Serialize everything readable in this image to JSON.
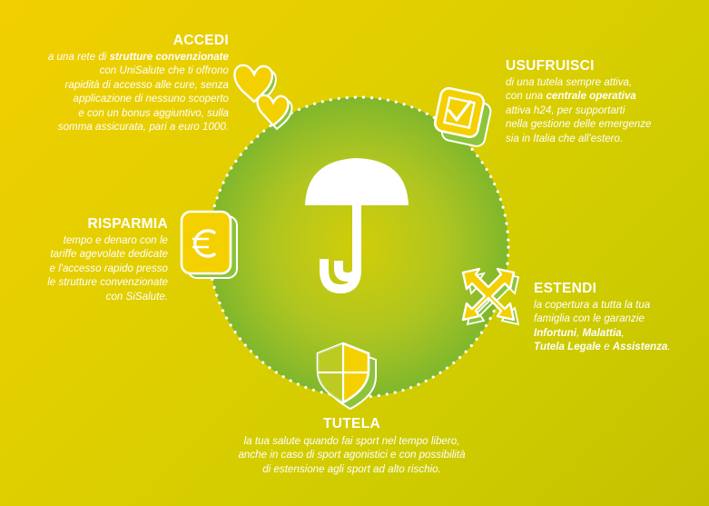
{
  "sections": {
    "accedi": {
      "title": "ACCEDI",
      "lines": [
        [
          {
            "t": "a una rete di "
          },
          {
            "t": "strutture convenzionate",
            "b": true
          }
        ],
        [
          {
            "t": "con UniSalute che ti offrono"
          }
        ],
        [
          {
            "t": "rapidità di accesso alle cure, senza"
          }
        ],
        [
          {
            "t": "applicazione di nessuno scoperto"
          }
        ],
        [
          {
            "t": "e con un bonus aggiuntivo, sulla"
          }
        ],
        [
          {
            "t": "somma assicurata, pari a euro 1000."
          }
        ]
      ]
    },
    "usufruisci": {
      "title": "USUFRUISCI",
      "lines": [
        [
          {
            "t": "di una tutela sempre attiva,"
          }
        ],
        [
          {
            "t": "con una "
          },
          {
            "t": "centrale operativa",
            "b": true
          }
        ],
        [
          {
            "t": "attiva h24, per supportarti"
          }
        ],
        [
          {
            "t": "nella gestione delle emergenze"
          }
        ],
        [
          {
            "t": "sia in Italia che all'estero."
          }
        ]
      ]
    },
    "risparmia": {
      "title": "RISPARMIA",
      "lines": [
        [
          {
            "t": "tempo e denaro con le"
          }
        ],
        [
          {
            "t": "tariffe agevolate dedicate"
          }
        ],
        [
          {
            "t": "e l'accesso rapido presso"
          }
        ],
        [
          {
            "t": "le strutture convenzionate"
          }
        ],
        [
          {
            "t": "con SiSalute."
          }
        ]
      ]
    },
    "estendi": {
      "title": "ESTENDI",
      "lines": [
        [
          {
            "t": "la copertura a tutta la tua"
          }
        ],
        [
          {
            "t": "famiglia con le garanzie"
          }
        ],
        [
          {
            "t": "Infortuni",
            "b": true
          },
          {
            "t": ", "
          },
          {
            "t": "Malattia",
            "b": true
          },
          {
            "t": ","
          }
        ],
        [
          {
            "t": "Tutela Legale",
            "b": true
          },
          {
            "t": " e "
          },
          {
            "t": "Assistenza",
            "b": true
          },
          {
            "t": "."
          }
        ]
      ]
    },
    "tutela": {
      "title": "TUTELA",
      "lines": [
        [
          {
            "t": "la tua salute quando fai sport nel tempo libero,"
          }
        ],
        [
          {
            "t": "anche in caso di sport agonistici e con possibilità"
          }
        ],
        [
          {
            "t": "di estensione agli sport ad alto rischio."
          }
        ]
      ]
    }
  },
  "icons": {
    "center": "umbrella-icon",
    "accedi": "hearts-icon",
    "usufruisci": "checkmark-box-icon",
    "risparmia": "euro-icon",
    "estendi": "expand-arrows-icon",
    "tutela": "shield-icon"
  },
  "colors": {
    "background_yellow": "#f2cf00",
    "background_lime": "#c4c200",
    "circle_green": "#7cb82f",
    "icon_yellow": "#f5d000",
    "icon_green": "#8cc43c",
    "text": "#ffffff"
  }
}
